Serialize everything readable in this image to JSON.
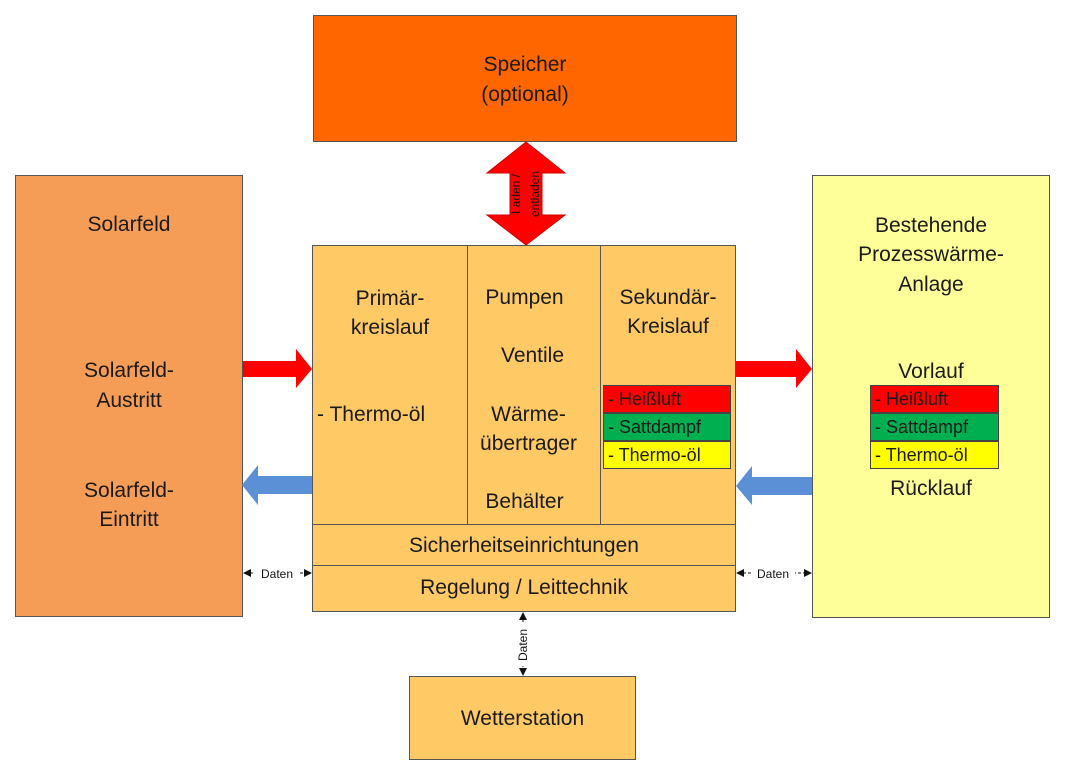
{
  "colors": {
    "storage": "#ff6600",
    "solarfield": "#f59d56",
    "central": "#ffc966",
    "process": "#ffff99",
    "station": "#ffc966",
    "hot_arrow": "#ff0000",
    "cold_arrow": "#5b8fd6",
    "heissluft": "#ff0000",
    "sattdampf": "#00b050",
    "thermooel": "#ffff00"
  },
  "storage": {
    "line1": "Speicher",
    "line2": "(optional)",
    "arrow_label_1": "Laden /",
    "arrow_label_2": "entladen"
  },
  "solarfield": {
    "title": "Solarfeld",
    "outlet_1": "Solarfeld-",
    "outlet_2": "Austritt",
    "inlet_1": "Solarfeld-",
    "inlet_2": "Eintritt"
  },
  "primary": {
    "line1": "Primär-",
    "line2": "kreislauf",
    "fluid": "- Thermo-öl"
  },
  "components": {
    "pumps": "Pumpen",
    "valves": "Ventile",
    "hx1": "Wärme-",
    "hx2": "übertrager",
    "tank": "Behälter"
  },
  "secondary": {
    "line1": "Sekundär-",
    "line2": "Kreislauf",
    "fluids": [
      "- Heißluft",
      "- Sattdampf",
      "- Thermo-öl"
    ]
  },
  "safety": "Sicherheitseinrichtungen",
  "control": "Regelung / Leittechnik",
  "process": {
    "line1": "Bestehende",
    "line2": "Prozesswärme-",
    "line3": "Anlage",
    "supply": "Vorlauf",
    "return": "Rücklauf",
    "fluids": [
      "- Heißluft",
      "- Sattdampf",
      "- Thermo-öl"
    ]
  },
  "station": "Wetterstation",
  "data_label": "Daten"
}
